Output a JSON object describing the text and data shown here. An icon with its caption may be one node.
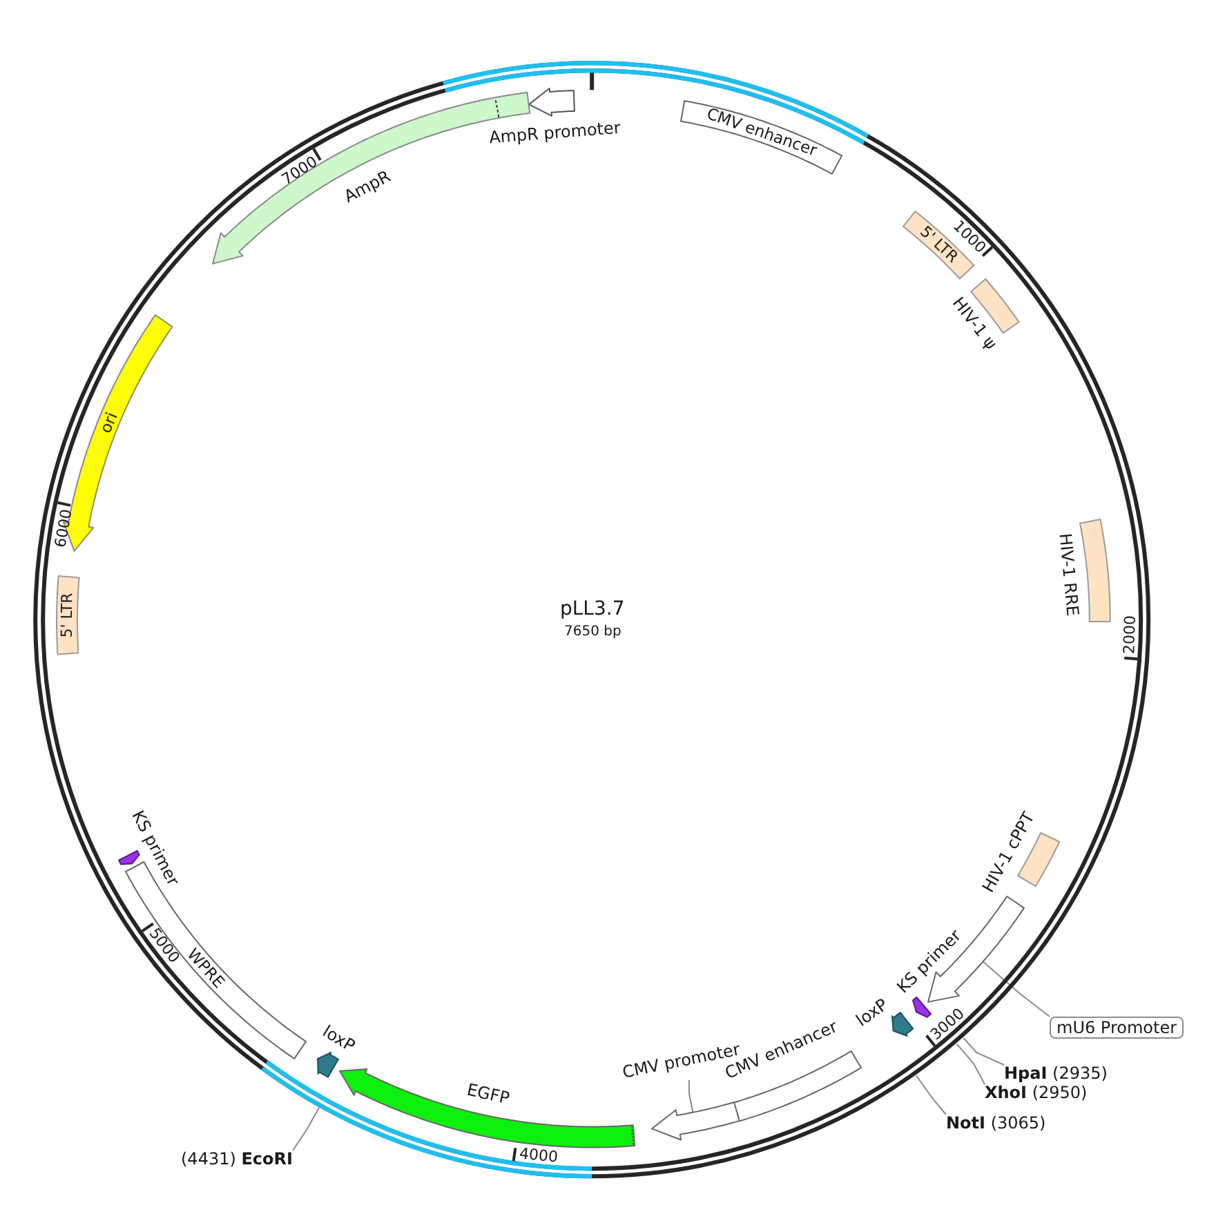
{
  "diagram": {
    "nodes": [
      {
        "text": [
          "pLL3.7",
          "7650 bp"
        ]
      },
      {
        "text": [
          "AmpR promoter"
        ],
        "in": 0
      },
      {
        "text": [
          "CMV enhancer"
        ],
        "in": 0
      },
      {
        "text": [
          "AmpR"
        ],
        "in": 0
      },
      {
        "text": [
          "5' LTR"
        ],
        "in": 0
      },
      {
        "text": [
          "HIV-1 ψ"
        ],
        "in": 0
      },
      {
        "text": [
          "ori"
        ],
        "in": 0
      },
      {
        "text": [
          "HIV-1 RRE"
        ],
        "in": 0
      },
      {
        "text": [
          "5' LTR"
        ],
        "in": 0
      },
      {
        "text": [
          "HIV-1 cPPT"
        ],
        "in": 0
      },
      {
        "text": [
          "KS primer"
        ],
        "in": 0
      },
      {
        "text": [],
        "shape": "arrow",
        "in": 0
      },
      {
        "text": [
          "WPRE"
        ],
        "in": 0
      },
      {
        "text": [
          "KS primer"
        ],
        "in": 0
      },
      {
        "text": [
          "mU6 Promoter"
        ]
      },
      {
        "text": [
          "loxP"
        ],
        "in": 0
      },
      {
        "text": [
          "CMV enhancer"
        ],
        "in": 0
      },
      {
        "text": [
          "loxP"
        ],
        "in": 0
      },
      {
        "text": [
          "CMV promoter"
        ],
        "in": 0
      },
      {
        "text": [
          "**HpaI** (2935)"
        ]
      },
      {
        "text": [
          "EGFP"
        ],
        "in": 0
      },
      {
        "text": [
          "**XhoI** (2950)"
        ]
      },
      {
        "text": [],
        "shape": "arrow",
        "in": 0
      },
      {
        "text": [
          "**NotI** (3065)"
        ]
      },
      {
        "text": [
          "(4431) **EcoRI**"
        ]
      }
    ],
    "edges": [
      {
        "from": 14,
        "to": 11,
        "arrow": "none"
      },
      {
        "from": 18,
        "to": 22,
        "arrow": "none"
      },
      {
        "from": 19,
        "to": 0,
        "arrow": "none"
      },
      {
        "from": 21,
        "to": 0,
        "arrow": "none"
      },
      {
        "from": 23,
        "to": 0,
        "arrow": "none"
      },
      {
        "from": 24,
        "to": 0,
        "arrow": "none"
      }
    ],
    "labels": [
      "7000",
      "1000",
      "6000",
      "2000",
      "5000",
      "3000",
      "4000"
    ]
  }
}
